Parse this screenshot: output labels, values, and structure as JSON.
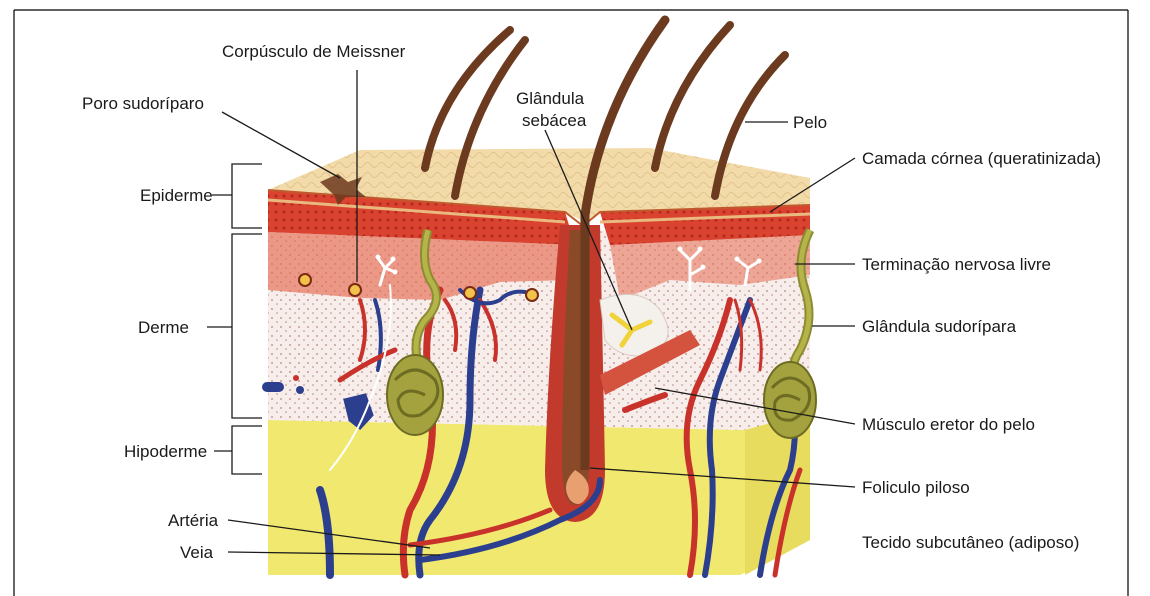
{
  "diagram": {
    "layer_labels": {
      "epiderme": "Epiderme",
      "derme": "Derme",
      "hipoderme": "Hipoderme"
    },
    "labels": {
      "corpusculo_meissner": "Corpúsculo de Meissner",
      "poro_sudoriparo": "Poro sudoríparo",
      "glandula_sebacea_1": "Glândula",
      "glandula_sebacea_2": "sebácea",
      "pelo": "Pelo",
      "camada_cornea": "Camada córnea (queratinizada)",
      "terminacao_nervosa": "Terminação nervosa livre",
      "glandula_sudoripara": "Glândula sudorípara",
      "musculo_eretor": "Músculo eretor do pelo",
      "foliculo_piloso": "Foliculo piloso",
      "tecido_subcutaneo": "Tecido subcutâneo (adiposo)",
      "arteria": "Artéria",
      "veia": "Veia"
    },
    "colors": {
      "corneum": "#f1d7a4",
      "epidermis_red": "#d63b2a",
      "dermis": "#f6ecea",
      "hypodermis": "#f2e97a",
      "hair": "#6b3a1f",
      "artery": "#c8322b",
      "vein": "#2c3f8e",
      "gland": "#9a9a3c",
      "nerve": "#ffffff"
    }
  }
}
